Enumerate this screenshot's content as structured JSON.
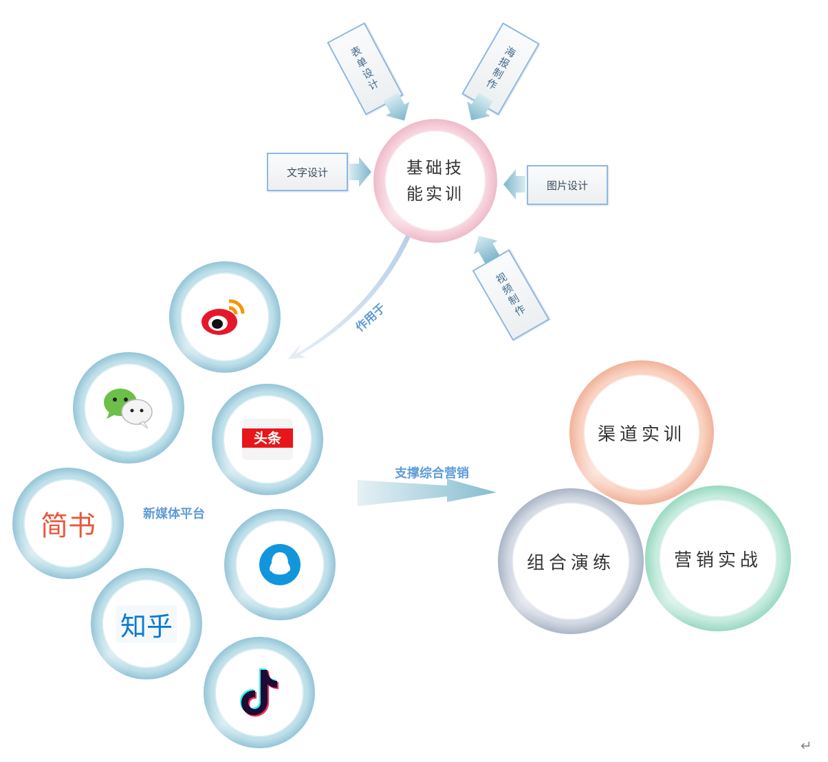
{
  "diagram": {
    "center_node": {
      "label_line1": "基础技",
      "label_line2": "能实训",
      "ring_color": "#efb8c8"
    },
    "skill_boxes": [
      {
        "label": "表单设计",
        "position": "top-left"
      },
      {
        "label": "海报制作",
        "position": "top-right"
      },
      {
        "label": "文字设计",
        "position": "left"
      },
      {
        "label": "图片设计",
        "position": "right"
      },
      {
        "label": "视频制作",
        "position": "bottom-right"
      }
    ],
    "connector_label": "作用于",
    "platform_group_label": "新媒体平台",
    "platforms": [
      {
        "name": "weibo",
        "icon": "weibo-icon"
      },
      {
        "name": "wechat",
        "icon": "wechat-icon"
      },
      {
        "name": "toutiao",
        "icon": "toutiao-icon",
        "text": "头条"
      },
      {
        "name": "jianshu",
        "icon": "jianshu-icon",
        "text": "简书"
      },
      {
        "name": "qq",
        "icon": "qq-icon"
      },
      {
        "name": "zhihu",
        "icon": "zhihu-icon",
        "text": "知乎"
      },
      {
        "name": "douyin",
        "icon": "douyin-icon"
      }
    ],
    "arrow_label": "支撑综合营销",
    "outcome_nodes": [
      {
        "label": "渠道实训",
        "color": "#f0a68c"
      },
      {
        "label": "组合演练",
        "color": "#9aa6ba"
      },
      {
        "label": "营销实战",
        "color": "#86d1b6"
      }
    ],
    "paragraph_mark": "↵"
  }
}
